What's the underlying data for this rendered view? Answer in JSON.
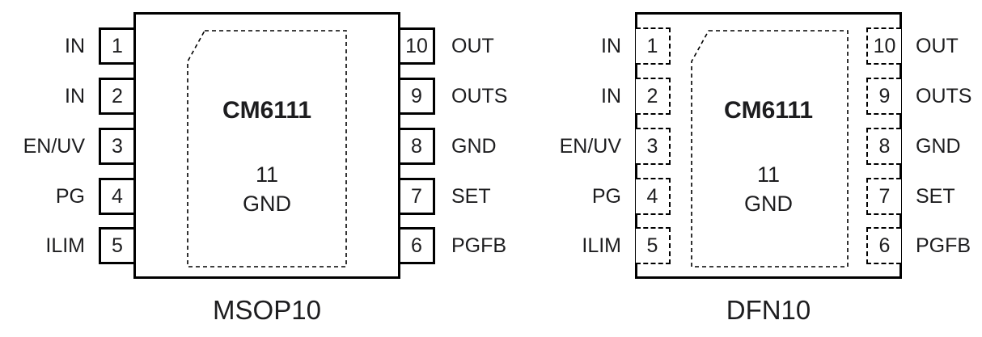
{
  "chip": {
    "name": "CM6111",
    "pad_number": "11",
    "pad_label": "GND"
  },
  "packages": [
    {
      "name": "MSOP10",
      "left_pins": [
        {
          "number": "1",
          "label": "IN"
        },
        {
          "number": "2",
          "label": "IN"
        },
        {
          "number": "3",
          "label": "EN/UV"
        },
        {
          "number": "4",
          "label": "PG"
        },
        {
          "number": "5",
          "label": "ILIM"
        }
      ],
      "right_pins": [
        {
          "number": "10",
          "label": "OUT"
        },
        {
          "number": "9",
          "label": "OUTS"
        },
        {
          "number": "8",
          "label": "GND"
        },
        {
          "number": "7",
          "label": "SET"
        },
        {
          "number": "6",
          "label": "PGFB"
        }
      ]
    },
    {
      "name": "DFN10",
      "left_pins": [
        {
          "number": "1",
          "label": "IN"
        },
        {
          "number": "2",
          "label": "IN"
        },
        {
          "number": "3",
          "label": "EN/UV"
        },
        {
          "number": "4",
          "label": "PG"
        },
        {
          "number": "5",
          "label": "ILIM"
        }
      ],
      "right_pins": [
        {
          "number": "10",
          "label": "OUT"
        },
        {
          "number": "9",
          "label": "OUTS"
        },
        {
          "number": "8",
          "label": "GND"
        },
        {
          "number": "7",
          "label": "SET"
        },
        {
          "number": "6",
          "label": "PGFB"
        }
      ]
    }
  ],
  "colors": {
    "line": "#000000",
    "text": "#1d1d1f"
  }
}
